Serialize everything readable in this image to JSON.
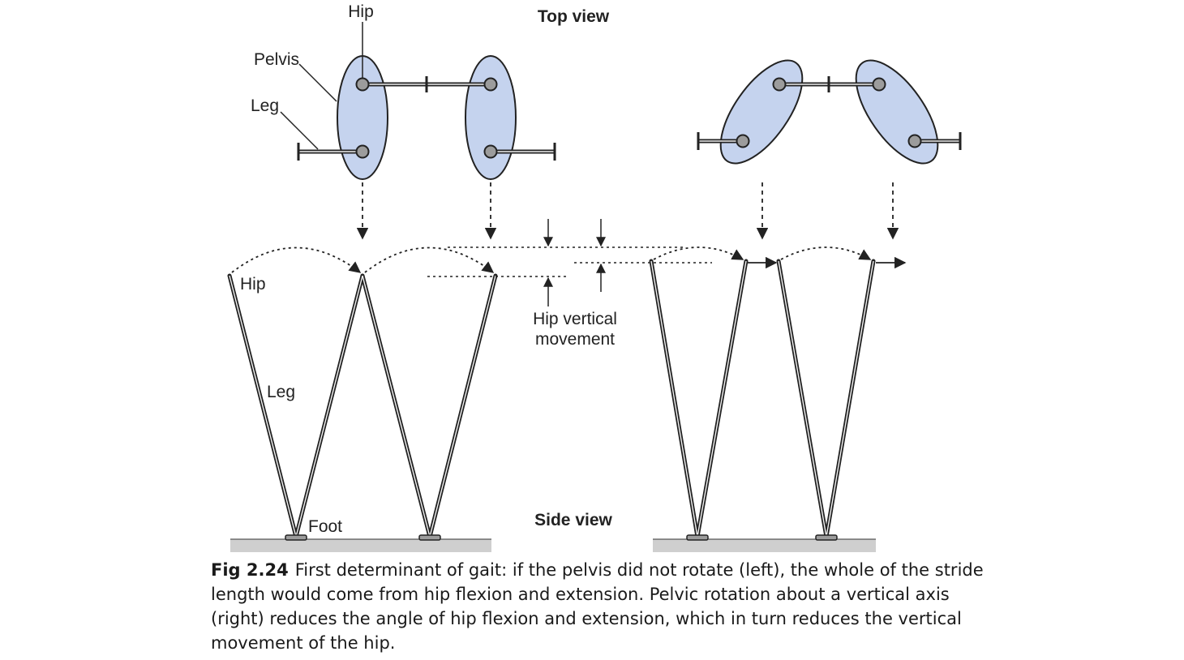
{
  "labels": {
    "top_view": "Top view",
    "side_view": "Side view",
    "hip_top": "Hip",
    "pelvis": "Pelvis",
    "leg_top": "Leg",
    "hip_side": "Hip",
    "leg_side": "Leg",
    "foot": "Foot",
    "hip_vertical_line1": "Hip vertical",
    "hip_vertical_line2": "movement"
  },
  "caption": {
    "figure_number": "Fig 2.24",
    "text": "First determinant of gait: if the pelvis did not rotate (left), the whole of the stride length would come from hip flexion and extension. Pelvic rotation about a vertical axis (right) reduces the angle of hip flexion and extension, which in turn reduces the vertical movement of the hip."
  },
  "colors": {
    "pelvis_fill": "#c5d3ee",
    "joint_fill": "#9c9c9c",
    "ground_fill": "#cfcfcf",
    "stroke": "#222222"
  }
}
